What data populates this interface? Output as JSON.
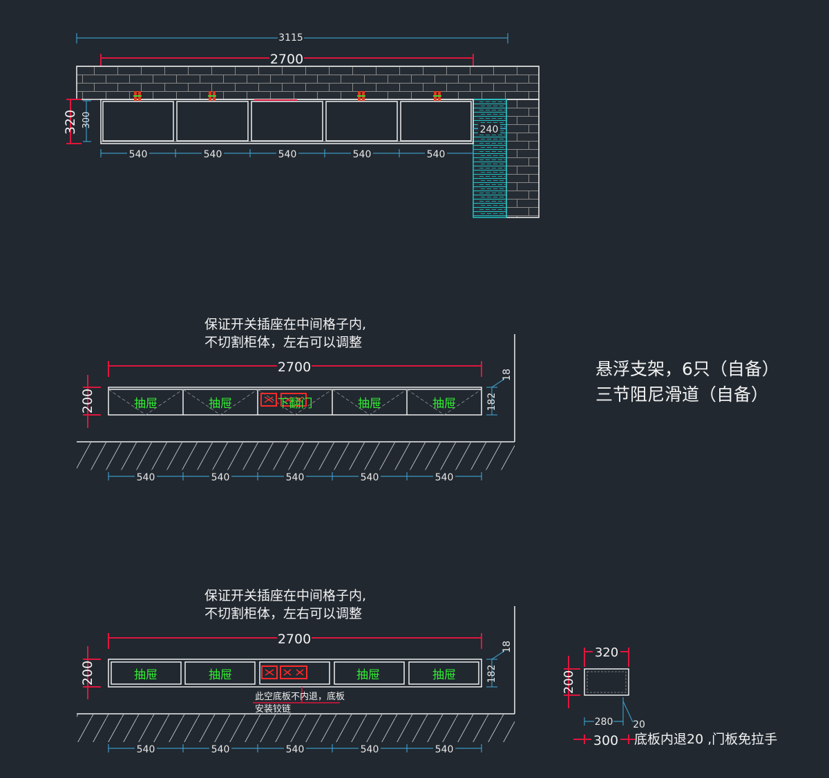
{
  "colors": {
    "background": "#212830",
    "line": "#f0f0f0",
    "brick": "#8a8a8a",
    "dim_cyan": "#3d99c4",
    "dim_red": "#e0163c",
    "label_green": "#33ee33",
    "label_red": "#ff2a2a",
    "cyan_wall": "#22c4c4"
  },
  "plan": {
    "dim_overall": "3115",
    "dim_cabinet": "2700",
    "dim_depth_outer": "320",
    "dim_depth_inner": "300",
    "dim_wall": "240",
    "dim_bays": [
      "540",
      "540",
      "540",
      "540",
      "540"
    ]
  },
  "elevation1": {
    "note_line1": "保证开关插座在中间格子内,",
    "note_line2": "不切割柜体，左右可以调整",
    "dim_width": "2700",
    "dim_height": "200",
    "dim_top": "18",
    "dim_inner": "182",
    "labels": [
      "抽屉",
      "抽屉",
      "下翻门",
      "抽屉",
      "抽屉"
    ],
    "dim_bays": [
      "540",
      "540",
      "540",
      "540",
      "540"
    ]
  },
  "elevation2": {
    "note_line1": "保证开关插座在中间格子内,",
    "note_line2": "不切割柜体，左右可以调整",
    "dim_width": "2700",
    "dim_height": "200",
    "dim_top": "18",
    "dim_inner": "182",
    "labels": [
      "抽屉",
      "抽屉",
      "抽屉",
      "抽屉"
    ],
    "bottom_note_line1": "此空底板不内退，底板",
    "bottom_note_line2": "安装铰链",
    "dim_bays": [
      "540",
      "540",
      "540",
      "540",
      "540"
    ]
  },
  "side_notes": {
    "line1": "悬浮支架，6只（自备）",
    "line2": "三节阻尼滑道（自备）"
  },
  "section": {
    "dim_top": "320",
    "dim_height": "200",
    "dim_inner": "280",
    "dim_setback": "20",
    "dim_bottom": "300",
    "note": "底板内退20 ,门板免拉手"
  }
}
